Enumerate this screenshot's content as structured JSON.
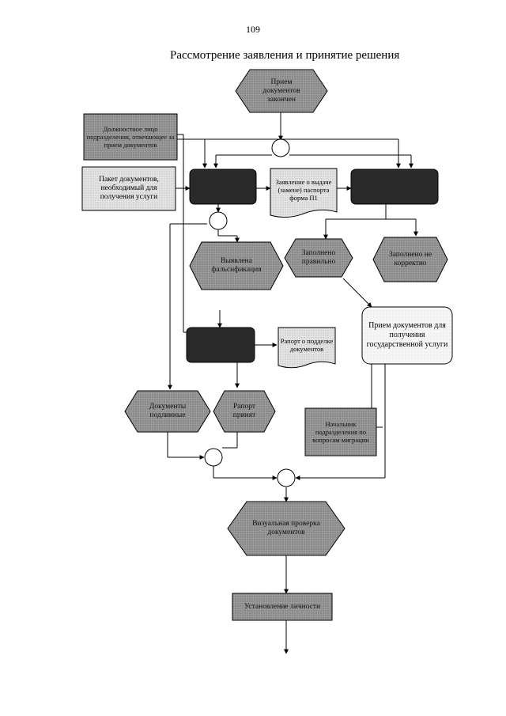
{
  "page": {
    "number": "109",
    "title": "Рассмотрение заявления и принятие решения"
  },
  "nodes": {
    "start_event": "Прием документов закончен",
    "official": "Должностное лицо подразделения, отвечающее за прием документов",
    "package": "Пакет документов, необходимый для получения услуги",
    "check_left": "",
    "application_form": "Заявление о выдаче (замене) паспорта форма П1",
    "check_right": "",
    "forgery_detected": "Выявлена фальсификация",
    "filled_correct": "Заполнено правильно",
    "filled_incorrect": "Заполнено не корректно",
    "reception": "Прием документов для получения государственной услуги",
    "report_task": "",
    "forgery_report": "Рапорт о подделке документов",
    "docs_genuine": "Документы подлинные",
    "report_accepted": "Рапорт принят",
    "migration_head": "Начальник подразделения по вопросам миграции",
    "visual_check": "Визуальная проверка документов",
    "identity": "Установление личности"
  },
  "colors": {
    "dark_fill": "#2a2a2a",
    "mid_fill": "#8c8c8c",
    "light_fill": "#d9d9d9",
    "white_fill": "#f2f2f2",
    "line": "#000000"
  }
}
